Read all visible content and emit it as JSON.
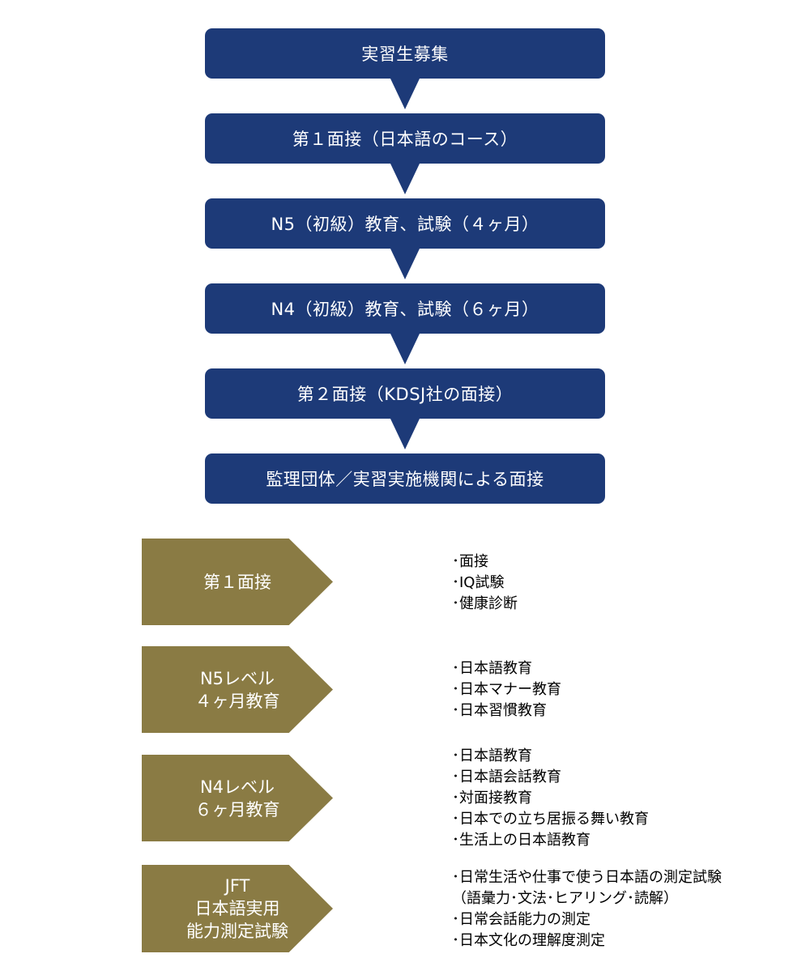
{
  "colors": {
    "step_fill": "#1d3a78",
    "chevron_fill": "#8a7b44",
    "text_on_shape": "#ffffff",
    "bullet_text": "#000000"
  },
  "flow_steps": [
    "実習生募集",
    "第１面接（日本語のコース）",
    "N5（初級）教育、試験（４ヶ月）",
    "N4（初級）教育、試験（６ヶ月）",
    "第２面接（KDSJ社の面接）",
    "監理団体／実習実施機関による面接"
  ],
  "details": [
    {
      "label": "第１面接",
      "bullets": [
        "･面接",
        "･IQ試験",
        "･健康診断"
      ]
    },
    {
      "label": "N5レベル\n４ヶ月教育",
      "bullets": [
        "･日本語教育",
        "･日本マナー教育",
        "･日本習慣教育"
      ]
    },
    {
      "label": "N4レベル\n６ヶ月教育",
      "bullets": [
        "･日本語教育",
        "･日本語会話教育",
        "･対面接教育",
        "･日本での立ち居振る舞い教育",
        "･生活上の日本語教育"
      ]
    },
    {
      "label": "JFT\n日本語実用\n能力測定試験",
      "bullets": [
        "･日常生活や仕事で使う日本語の測定試験",
        "（語彙力･文法･ヒアリング･読解）",
        "･日常会話能力の測定",
        "･日本文化の理解度測定"
      ]
    }
  ]
}
